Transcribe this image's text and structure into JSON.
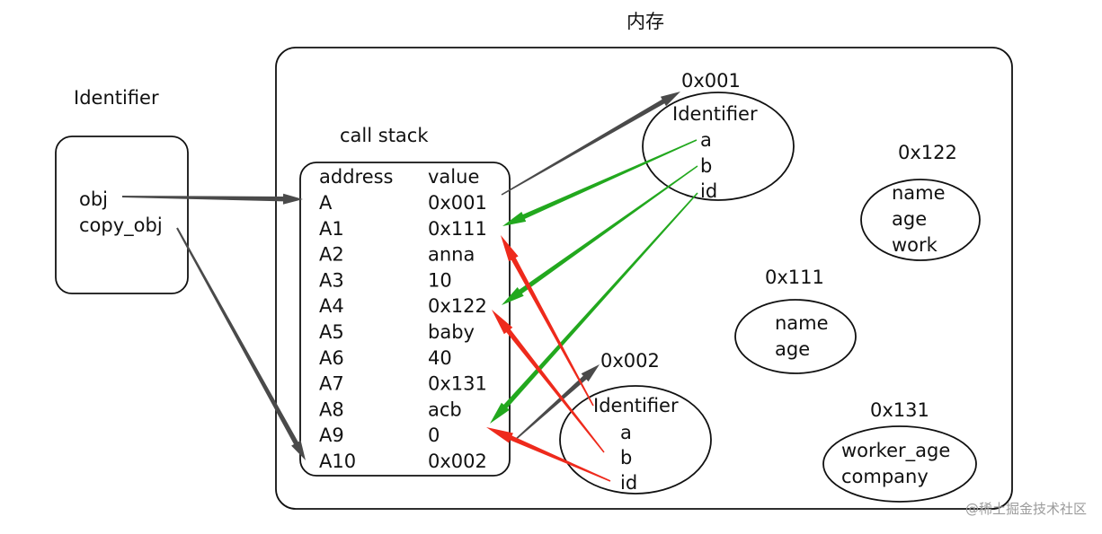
{
  "memory_title": "内存",
  "identifier_panel": {
    "title": "Identifier",
    "items": [
      "obj",
      "copy_obj"
    ]
  },
  "call_stack": {
    "title": "call stack",
    "header": {
      "address": "address",
      "value": "value"
    },
    "rows": [
      {
        "address": "A",
        "value": "0x001"
      },
      {
        "address": "A1",
        "value": "0x111"
      },
      {
        "address": "A2",
        "value": "anna"
      },
      {
        "address": "A3",
        "value": "10"
      },
      {
        "address": "A4",
        "value": "0x122"
      },
      {
        "address": "A5",
        "value": "baby"
      },
      {
        "address": "A6",
        "value": "40"
      },
      {
        "address": "A7",
        "value": "0x131"
      },
      {
        "address": "A8",
        "value": "acb"
      },
      {
        "address": "A9",
        "value": "0"
      },
      {
        "address": "A10",
        "value": "0x002"
      }
    ]
  },
  "heap": {
    "obj_0x001": {
      "address": "0x001",
      "lines": [
        "Identifier",
        "a",
        "b",
        "id"
      ]
    },
    "obj_0x002": {
      "address": "0x002",
      "lines": [
        "Identifier",
        "a",
        "b",
        "id"
      ]
    },
    "obj_0x122": {
      "address": "0x122",
      "lines": [
        "name",
        "age",
        "work"
      ]
    },
    "obj_0x111": {
      "address": "0x111",
      "lines": [
        "name",
        "age"
      ]
    },
    "obj_0x131": {
      "address": "0x131",
      "lines": [
        "worker_age",
        "company"
      ]
    }
  },
  "colors": {
    "reference_arrow": "#4a4a4a",
    "obj1_arrow": "#22a81e",
    "obj2_arrow": "#ee2a1c",
    "border": "#111111"
  },
  "watermark": "@稀土掘金技术社区"
}
